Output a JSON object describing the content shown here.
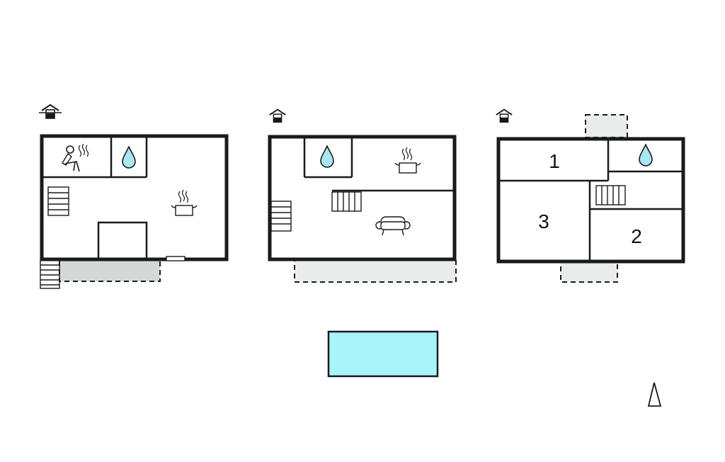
{
  "colors": {
    "wall": "#1a1a1a",
    "water": "#a9e6f2",
    "pool": "#a9f3fb",
    "terrace_grey": "#d4d8d8",
    "terrace_light": "#e8ecec",
    "background": "#ffffff"
  },
  "floors": [
    {
      "level_icon": "basement-level-icon",
      "icons": [
        "sauna-icon",
        "water-drop-icon",
        "cooking-pot-icon",
        "stairs-icon",
        "stairs-icon"
      ]
    },
    {
      "level_icon": "ground-floor-level-icon",
      "icons": [
        "water-drop-icon",
        "cooking-pot-icon",
        "stairs-icon",
        "stairs-icon",
        "sofa-icon"
      ]
    },
    {
      "level_icon": "upper-floor-level-icon",
      "icons": [
        "water-drop-icon",
        "stairs-icon"
      ],
      "rooms": [
        "1",
        "2",
        "3"
      ]
    }
  ],
  "pool": {
    "icon": "pool"
  },
  "compass": {
    "icon": "north-arrow-icon"
  }
}
